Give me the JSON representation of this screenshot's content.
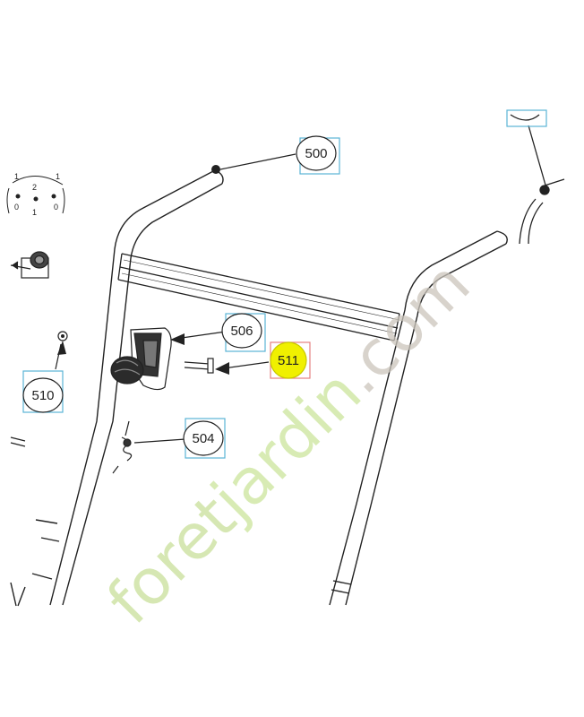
{
  "diagram": {
    "parts": [
      {
        "id": "500",
        "label": "500",
        "highlighted": false
      },
      {
        "id": "506",
        "label": "506",
        "highlighted": false
      },
      {
        "id": "511",
        "label": "511",
        "highlighted": true
      },
      {
        "id": "510",
        "label": "510",
        "highlighted": false
      },
      {
        "id": "504",
        "label": "504",
        "highlighted": false
      }
    ],
    "side_marks": {
      "top_left": "1",
      "top_center": "2",
      "top_right": "1",
      "bottom_left": "0",
      "bottom_center": "1",
      "bottom_right": "0"
    }
  },
  "watermark": {
    "foret": "foret",
    "jardin": "jardin",
    "dot_com": ".com",
    "colors": {
      "green": "#c9e09a",
      "orange": "#f6c38e",
      "grey": "#cbc5bc"
    }
  },
  "colors": {
    "callout_box": "#5ab4d6",
    "highlight_box": "#e58080",
    "highlight_fill": "#f0f000",
    "line": "#222222"
  }
}
